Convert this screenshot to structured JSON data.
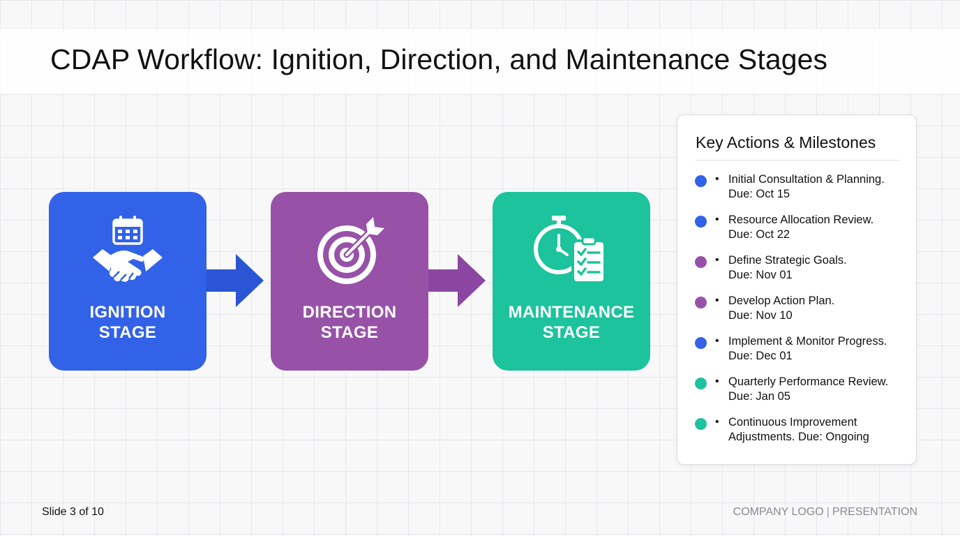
{
  "slide": {
    "title": "CDAP Workflow: Ignition, Direction, and Maintenance Stages",
    "number_text": "Slide 3 of 10"
  },
  "stages": [
    {
      "line1": "IGNITION",
      "line2": "STAGE",
      "color": "#3162e8",
      "icon": "handshake-calendar-icon"
    },
    {
      "line1": "DIRECTION",
      "line2": "STAGE",
      "color": "#9752a8",
      "icon": "target-arrow-icon"
    },
    {
      "line1": "MAINTENANCE",
      "line2": "STAGE",
      "color": "#1cc39c",
      "icon": "stopwatch-checklist-icon"
    }
  ],
  "arrows": [
    {
      "color": "#2b55d4",
      "icon": "arrow-right-icon"
    },
    {
      "color": "#8a46a0",
      "icon": "arrow-right-icon"
    }
  ],
  "panel": {
    "title": "Key Actions & Milestones",
    "bullet": "•",
    "items": [
      {
        "line1": "Initial Consultation & Planning.",
        "line2": "Due: Oct 15",
        "color": "#3162e8"
      },
      {
        "line1": "Resource Allocation Review.",
        "line2": "Due: Oct 22",
        "color": "#3162e8"
      },
      {
        "line1": "Define Strategic Goals.",
        "line2": "Due: Nov 01",
        "color": "#9752a8"
      },
      {
        "line1": "Develop Action Plan.",
        "line2": "Due: Nov 10",
        "color": "#9752a8"
      },
      {
        "line1": "Implement & Monitor Progress.",
        "line2": "Due: Dec 01",
        "color": "#3162e8"
      },
      {
        "line1": "Quarterly Performance Review.",
        "line2": "Due: Jan 05",
        "color": "#1cc39c"
      },
      {
        "line1": "Continuous Improvement",
        "line2": "Adjustments. Due: Ongoing",
        "color": "#1cc39c"
      }
    ]
  },
  "footer": {
    "logo": "COMPANY LOGO",
    "separator": "|",
    "label": "PRESENTATION"
  }
}
